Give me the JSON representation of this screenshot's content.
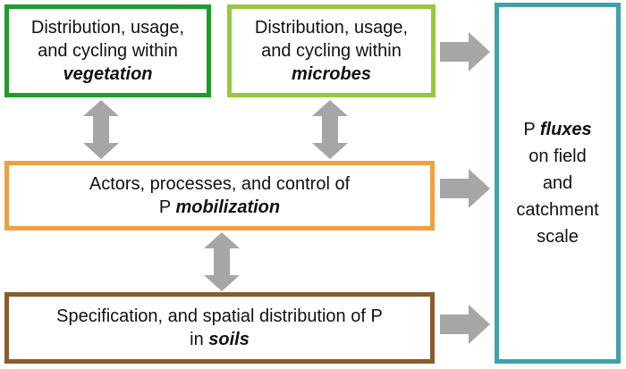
{
  "boxes": {
    "vegetation": {
      "line1": "Distribution, usage,",
      "line2": "and cycling within",
      "emph": "vegetation",
      "border_color": "#1e9c2a"
    },
    "microbes": {
      "line1": "Distribution, usage,",
      "line2": "and cycling within",
      "emph": "microbes",
      "border_color": "#96c83d"
    },
    "mobilization": {
      "line1": "Actors, processes, and control of",
      "prefix": "P ",
      "emph": "mobilization",
      "border_color": "#f0a040"
    },
    "soils": {
      "line1": "Specification, and spatial distribution of P",
      "prefix": "in ",
      "emph": "soils",
      "border_color": "#8b5a2b"
    },
    "fluxes": {
      "prefix": "P ",
      "emph": "fluxes",
      "line2": "on field",
      "line3": "and",
      "line4": "catchment",
      "line5": "scale",
      "border_color": "#3fa3a8"
    }
  },
  "arrow_color": "#a6a6a6"
}
